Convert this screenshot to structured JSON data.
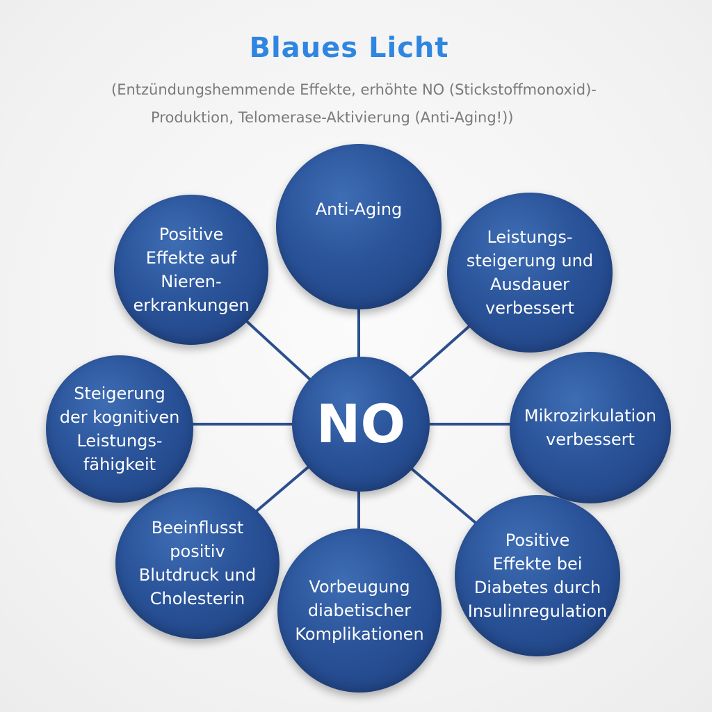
{
  "title": "Blaues Licht",
  "subtitle_line1": "(Entzündungshemmende Effekte, erhöhte NO (Stickstoffmonoxid)-",
  "subtitle_line2": "Produktion, Telomerase-Aktivierung (Anti-Aging!))",
  "center": "NO",
  "nodes": [
    "Anti-Aging",
    "Leistungs-\nsteigerung und\nAusdauer\nverbessert",
    "Mikrozirkulation\nverbessert",
    "Positive\nEffekte bei\nDiabetes durch\nInsulinregulation",
    "Vorbeugung\ndiabetischer\nKomplikationen",
    "Beeinflusst\npositiv\nBlutdruck und\nCholesterin",
    "Steigerung\nder kognitiven\nLeistungs-\nfähigkeit",
    "Positive\nEffekte auf\nNieren-\nerkrankungen"
  ],
  "colors": {
    "title": "#2f86e0",
    "subtitle": "#7a7a7a",
    "node": "#2a5399",
    "connector": "#2c4f8f",
    "text": "#ffffff"
  }
}
